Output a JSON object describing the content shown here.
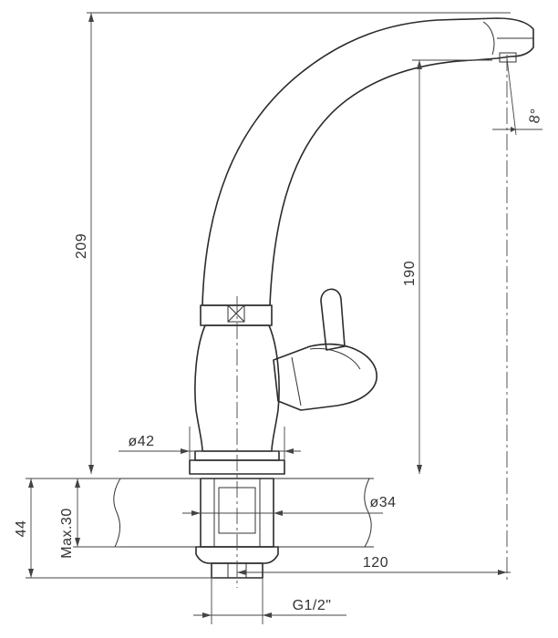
{
  "dimensions": {
    "total_height": "209",
    "spout_height": "190",
    "spout_angle": "8°",
    "body_diameter": "ø42",
    "shank_diameter": "ø34",
    "reach": "120",
    "base_height": "44",
    "max_thickness": "Max.30",
    "thread": "G1/2\""
  }
}
